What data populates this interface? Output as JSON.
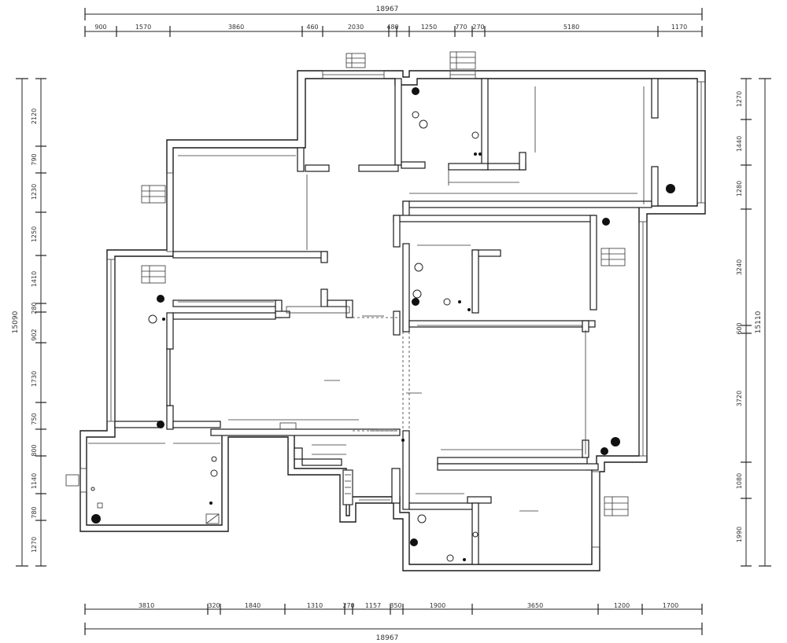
{
  "dimensions": {
    "top_total": "18967",
    "top": [
      "900",
      "1570",
      "3860",
      "460",
      "2030",
      "480",
      "1250",
      "770",
      "270",
      "5180",
      "1170"
    ],
    "bottom_total": "18967",
    "bottom": [
      "3810",
      "320",
      "1840",
      "1310",
      "270",
      "1157",
      "350",
      "1900",
      "3650",
      "1200",
      "1700"
    ],
    "left_total": "15090",
    "left": [
      "2120",
      "790",
      "1230",
      "1250",
      "1410",
      "280",
      "902",
      "1730",
      "750",
      "800",
      "1140",
      "780",
      "1270"
    ],
    "right_total": "15110",
    "right": [
      "1270",
      "1440",
      "1280",
      "3240",
      "600",
      "3720",
      "1080",
      "1990"
    ]
  }
}
